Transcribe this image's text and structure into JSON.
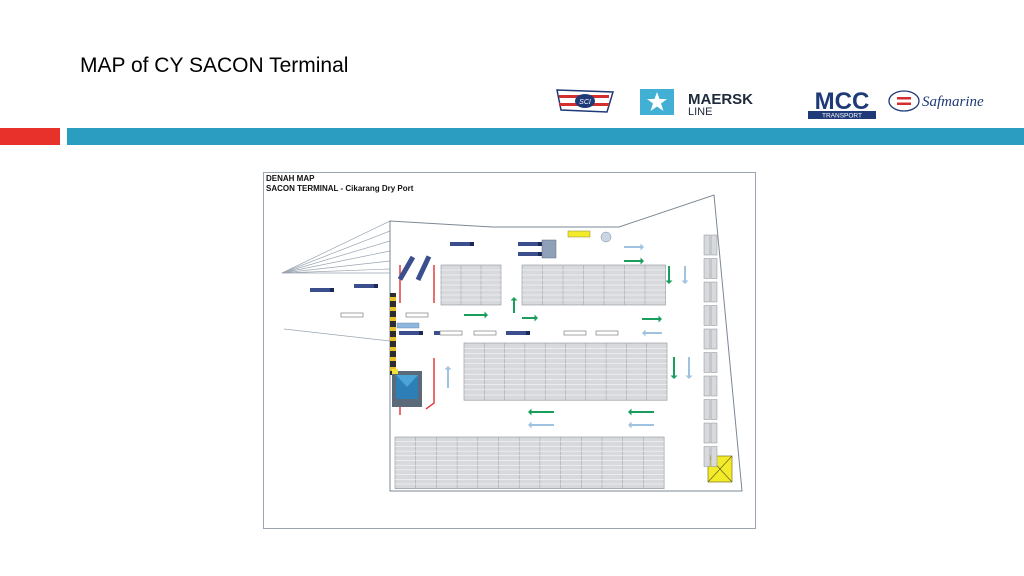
{
  "slide": {
    "title": "MAP of CY SACON Terminal"
  },
  "logos": {
    "maersk_top": "MAERSK",
    "maersk_bottom": "LINE",
    "mcc_top": "MCC",
    "mcc_bottom": "TRANSPORT",
    "safmarine": "Safmarine",
    "sci": "SCI"
  },
  "colors": {
    "accent_red": "#e8312a",
    "accent_blue": "#2b9dc0",
    "maersk_blue": "#42b0d5",
    "mcc_navy": "#1f3a78",
    "arrow_green": "#1a9e5c",
    "arrow_light_blue": "#9fc2e0"
  },
  "map": {
    "line1": "DENAH MAP",
    "line2": "SACON TERMINAL - Cikarang Dry Port"
  }
}
